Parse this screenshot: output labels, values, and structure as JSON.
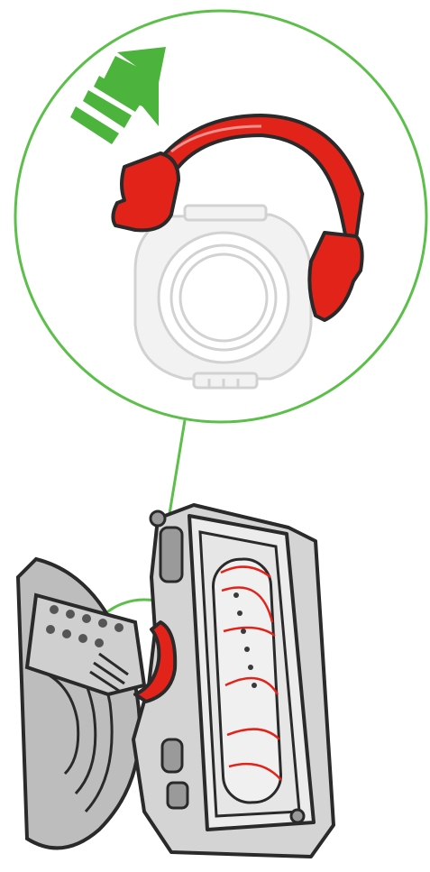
{
  "diagram": {
    "colors": {
      "accent_green": "#5cbf4a",
      "arrow_green": "#4cb43c",
      "clip_red": "#e2231a",
      "outline": "#2a2a2a",
      "body_gray": "#bdbdbd",
      "light_gray": "#e6e6e6",
      "ghost_gray": "#d9d9d9"
    },
    "icons": [
      "push-arrow-icon",
      "release-clip",
      "brush-roll-head",
      "zoom-callout"
    ]
  }
}
